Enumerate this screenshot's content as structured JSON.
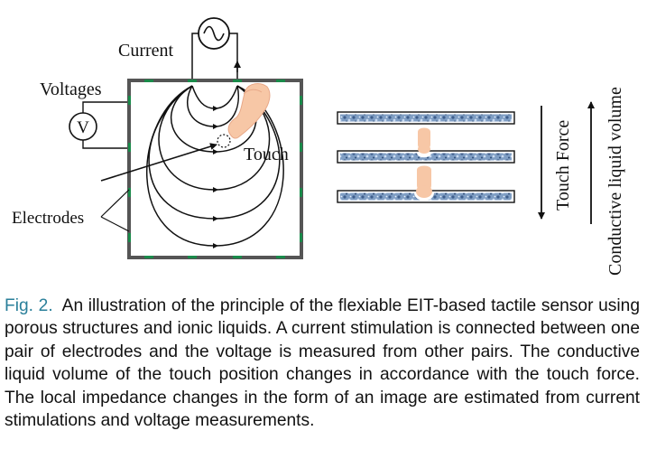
{
  "figure": {
    "labels": {
      "current": "Current",
      "voltages": "Voltages",
      "voltmeter": "V",
      "touch": "Touch",
      "electrodes": "Electrodes",
      "touch_force": "Touch Force",
      "conductive_volume": "Conductive liquid volume"
    }
  },
  "caption": {
    "label": "Fig. 2.",
    "text": "An illustration of the principle of the flexiable EIT-based tactile sensor using porous structures and ionic liquids. A current stimulation is connected between one pair of electrodes and the voltage is measured from other pairs. The conductive liquid volume of the touch position changes in accordance with the touch force. The local impedance changes in the form of an image are estimated from current stimulations and voltage measurements."
  },
  "colors": {
    "caption_label": "#2a7f9a",
    "electrode": "#1a8a4a",
    "porous_fill": "#7f9ec4",
    "finger": "#f7c7a6"
  }
}
